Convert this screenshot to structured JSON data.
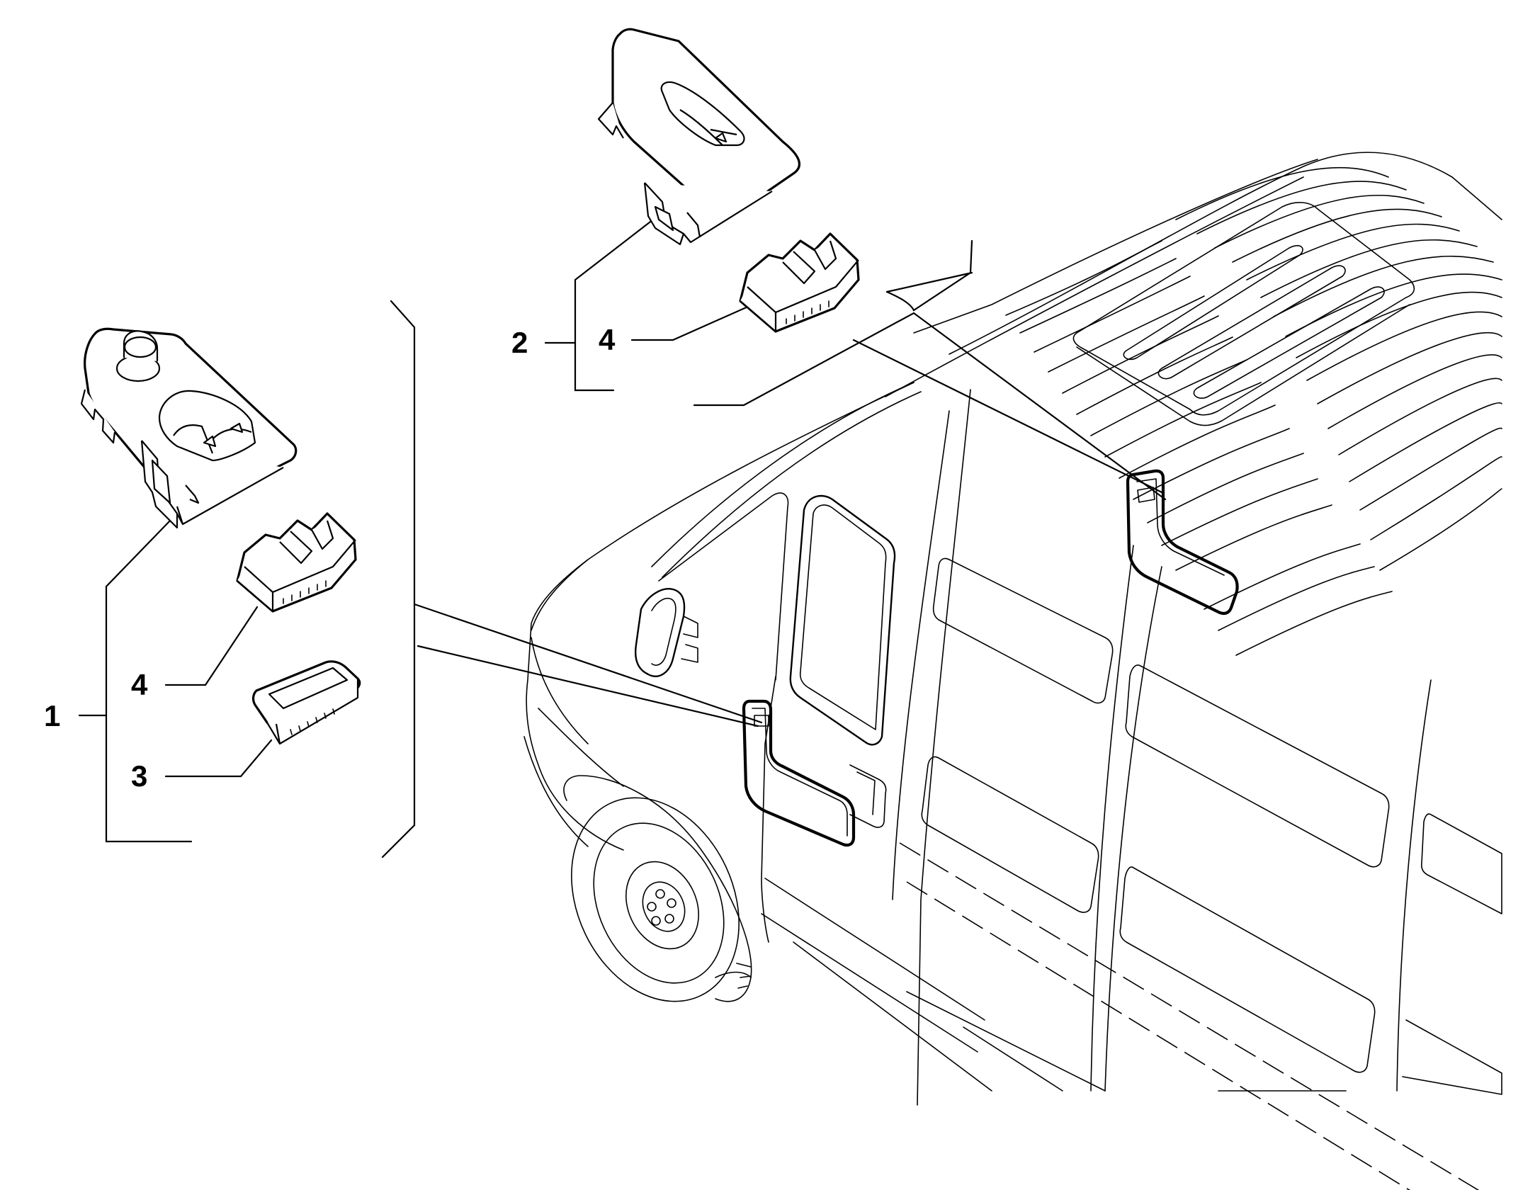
{
  "diagram": {
    "callouts": [
      {
        "id": "c1",
        "label": "1"
      },
      {
        "id": "c2",
        "label": "2"
      },
      {
        "id": "c3",
        "label": "3"
      },
      {
        "id": "c4a",
        "label": "4"
      },
      {
        "id": "c4b",
        "label": "4"
      }
    ]
  }
}
